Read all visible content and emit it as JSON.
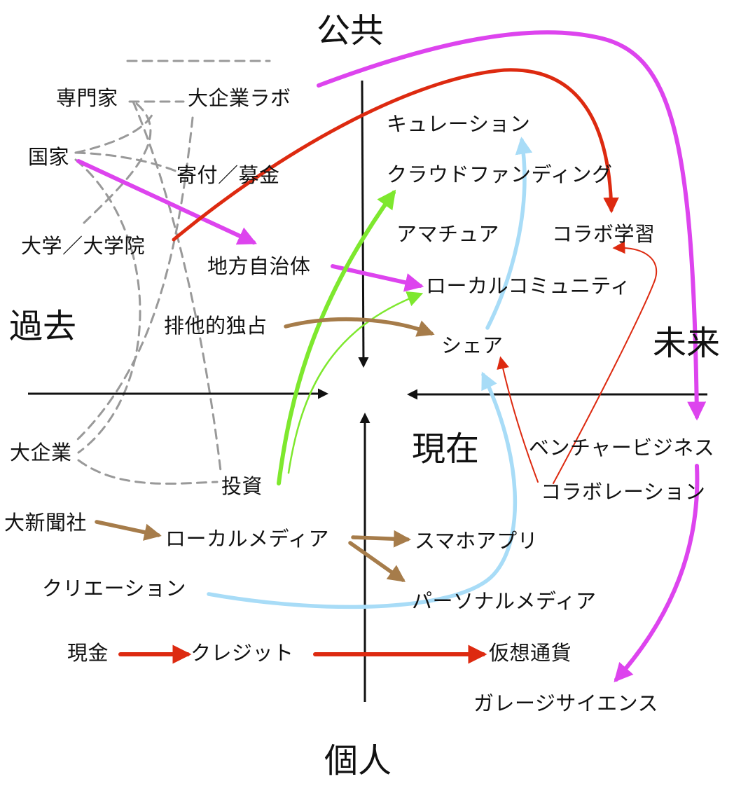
{
  "axes": {
    "top": "公共",
    "bottom": "個人",
    "left": "過去",
    "right": "未来",
    "center": "現在"
  },
  "labels": {
    "specialist": "専門家",
    "corp_lab": "大企業ラボ",
    "nation": "国家",
    "donation": "寄付／募金",
    "university": "大学／大学院",
    "local_gov": "地方自治体",
    "exclusive": "排他的独占",
    "big_corp": "大企業",
    "investment": "投資",
    "big_newspaper": "大新聞社",
    "local_media": "ローカルメディア",
    "creation": "クリエーション",
    "cash": "現金",
    "credit": "クレジット",
    "curation": "キュレーション",
    "crowdfunding": "クラウドファンディング",
    "amateur": "アマチュア",
    "collab_learning": "コラボ学習",
    "local_community": "ローカルコミュニティ",
    "share": "シェア",
    "venture": "ベンチャービジネス",
    "collaboration": "コラボレーション",
    "smartphone_app": "スマホアプリ",
    "personal_media": "パーソナルメディア",
    "crypto": "仮想通貨",
    "garage_science": "ガレージサイエンス"
  },
  "colors": {
    "axis": "#111111",
    "dashed": "#999999",
    "magenta": "#dd44ee",
    "red": "#dd2a10",
    "green": "#7ee82e",
    "brown": "#a67c4a",
    "lightblue": "#a8dcf7"
  }
}
